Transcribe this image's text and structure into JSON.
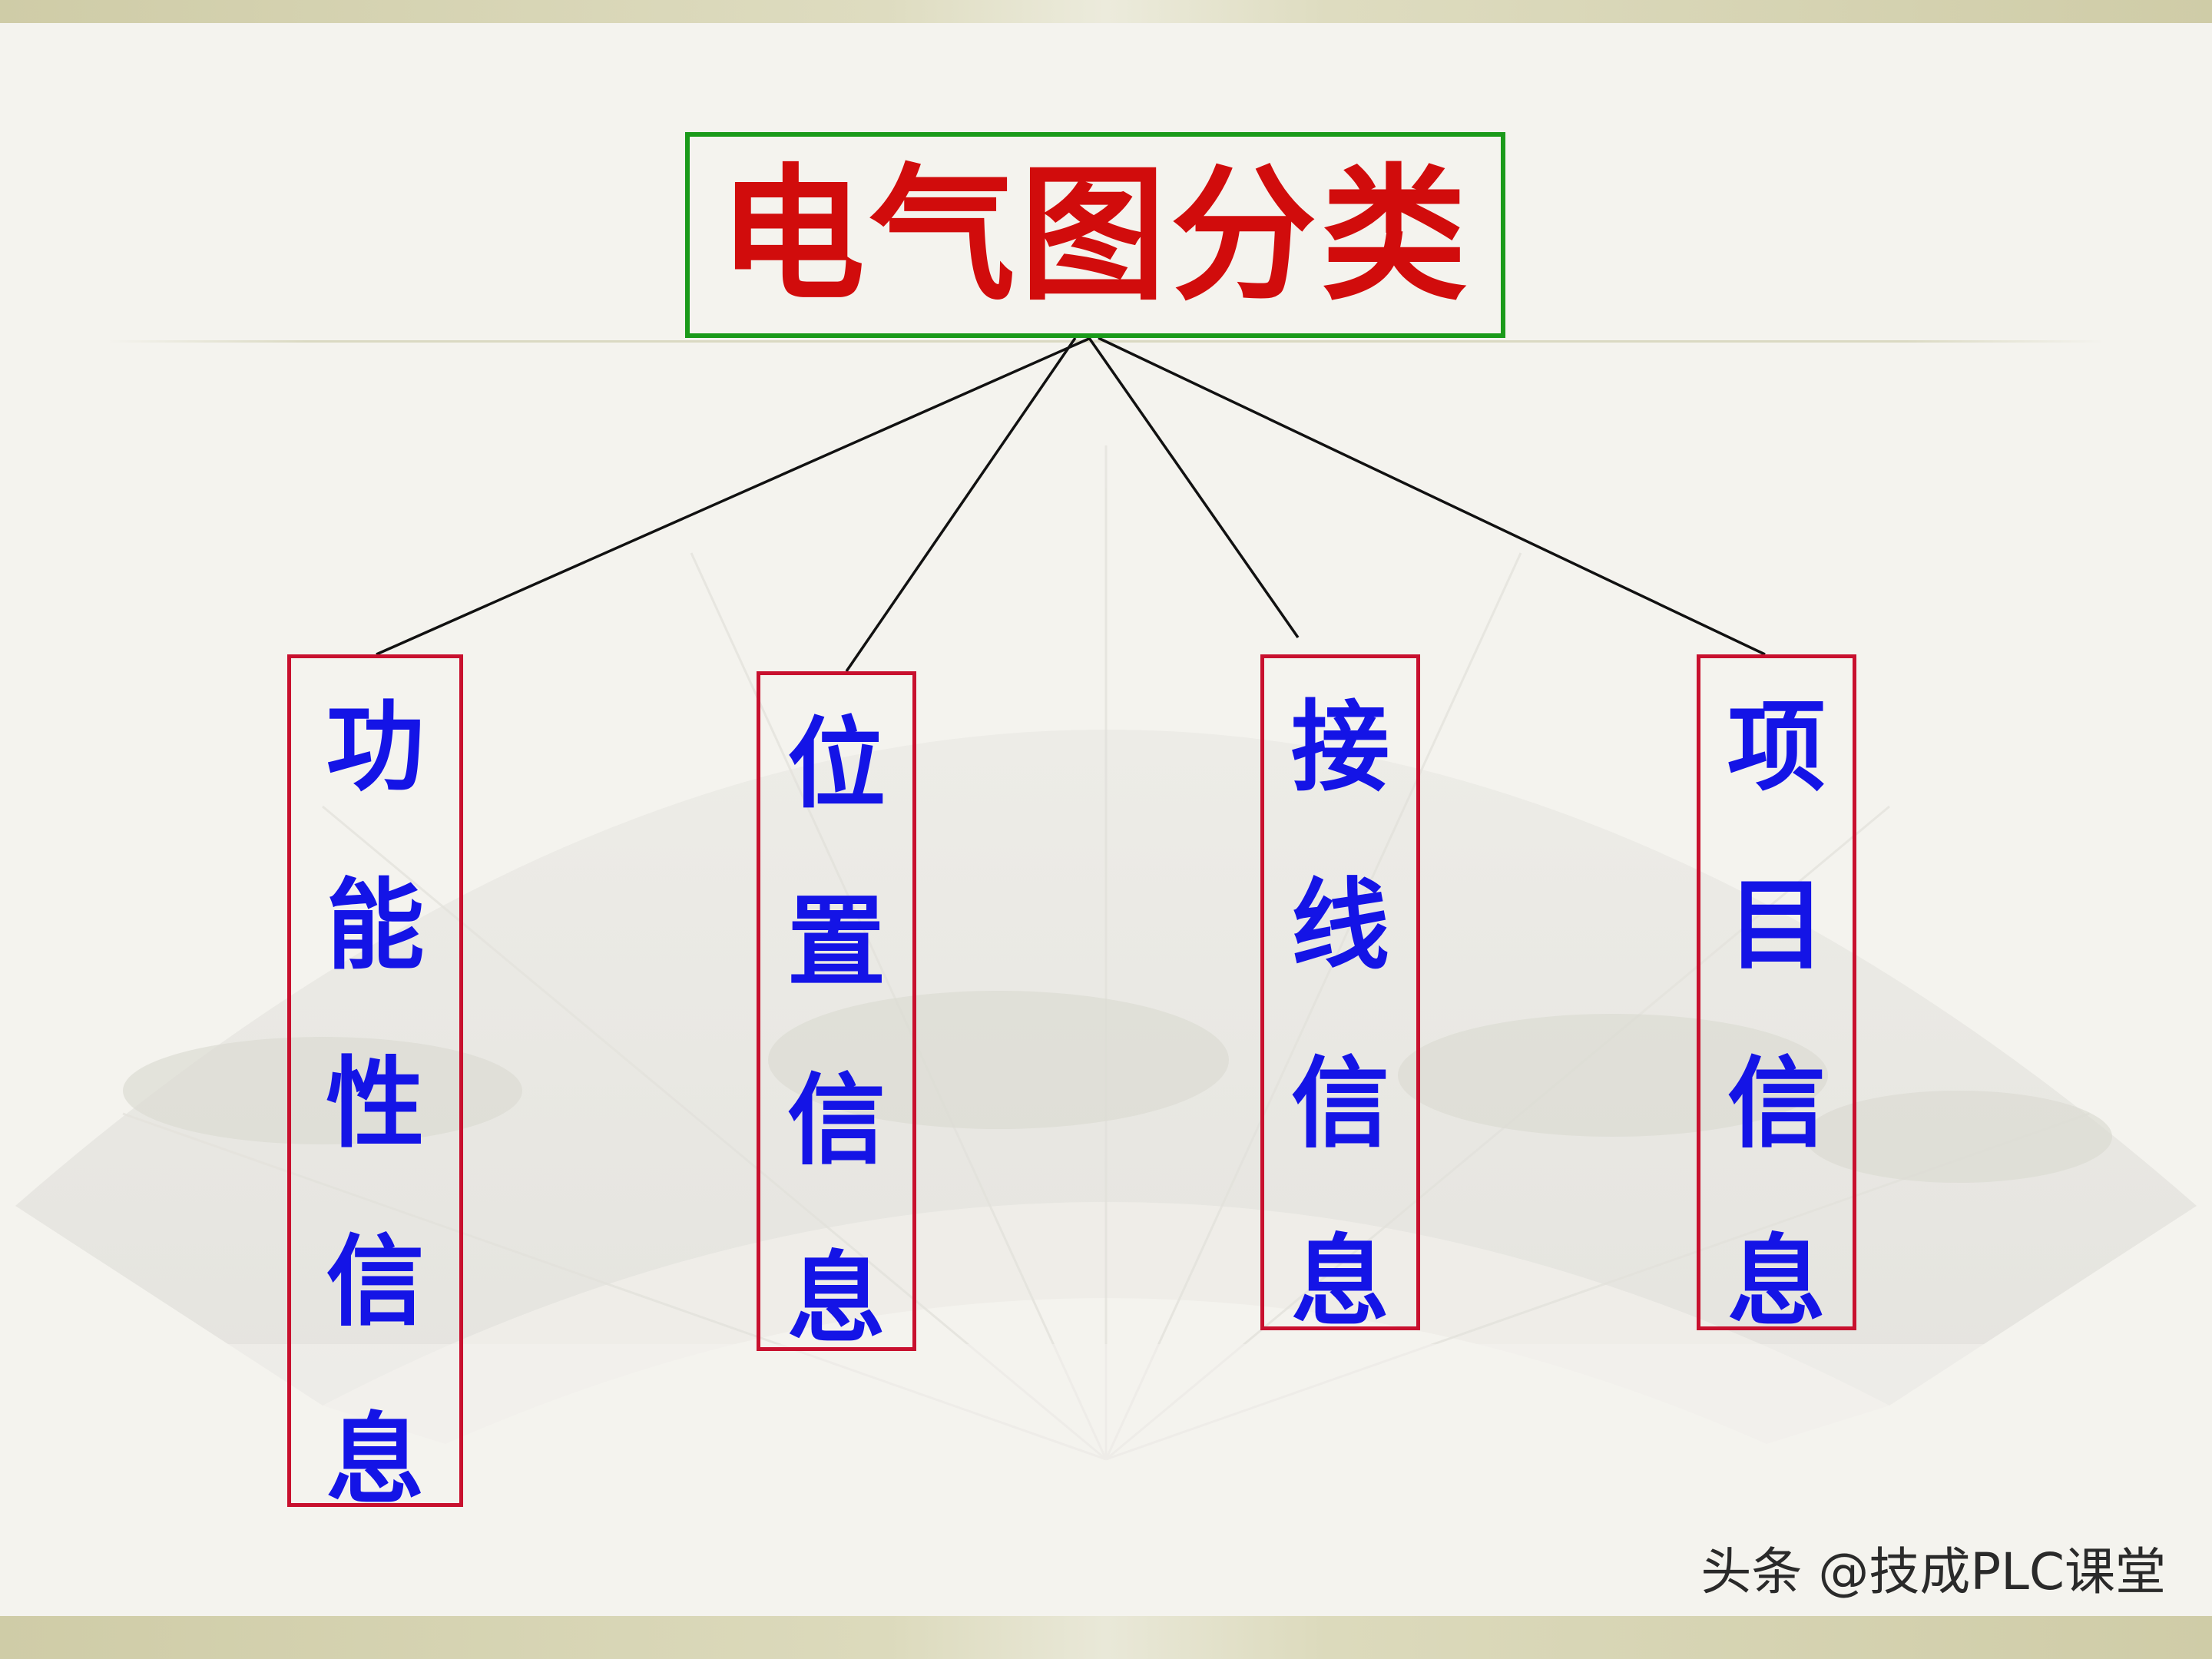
{
  "diagram": {
    "root": {
      "label": "电气图分类",
      "border_color": "#1a9a1a",
      "text_color": "#d10c0c"
    },
    "categories": [
      {
        "label": "功能性信息"
      },
      {
        "label": "位置信息"
      },
      {
        "label": "接线信息"
      },
      {
        "label": "项目信息"
      }
    ],
    "category_border_color": "#c8102e",
    "category_text_color": "#1414e6"
  },
  "watermark": "头条 @技成PLC课堂"
}
